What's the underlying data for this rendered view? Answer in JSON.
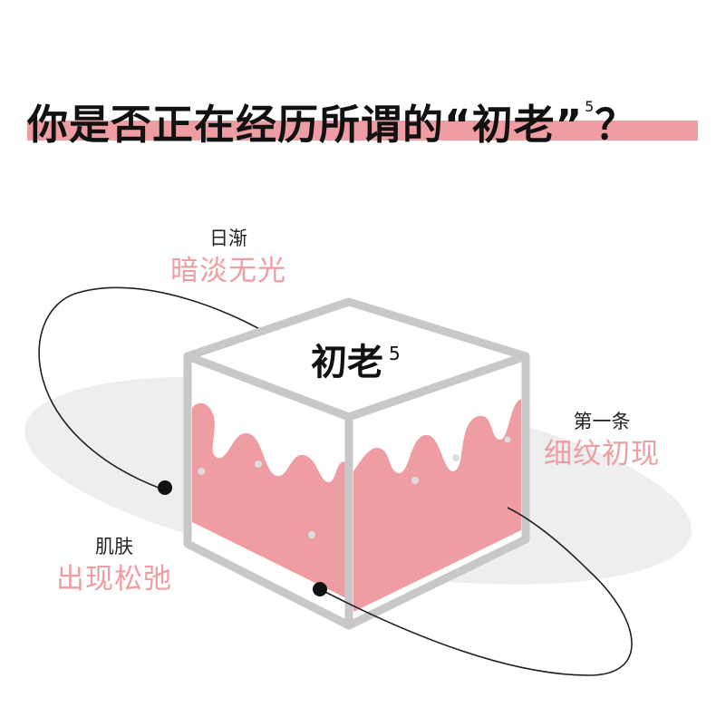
{
  "title": {
    "text": "你是否正在经历所谓的“初老”",
    "superscript": "5",
    "suffix": "？"
  },
  "cube": {
    "label": "初老",
    "superscript": "5"
  },
  "callouts": [
    {
      "sub": "日渐",
      "main": "暗淡无光"
    },
    {
      "sub": "第一条",
      "main": "细纹初现"
    },
    {
      "sub": "肌肤",
      "main": "出现松弛"
    }
  ],
  "colors": {
    "accent_pink": "#ee9ea3",
    "cube_frame": "#c8c8c8",
    "shadow": "#eeeeee",
    "text": "#111111"
  }
}
